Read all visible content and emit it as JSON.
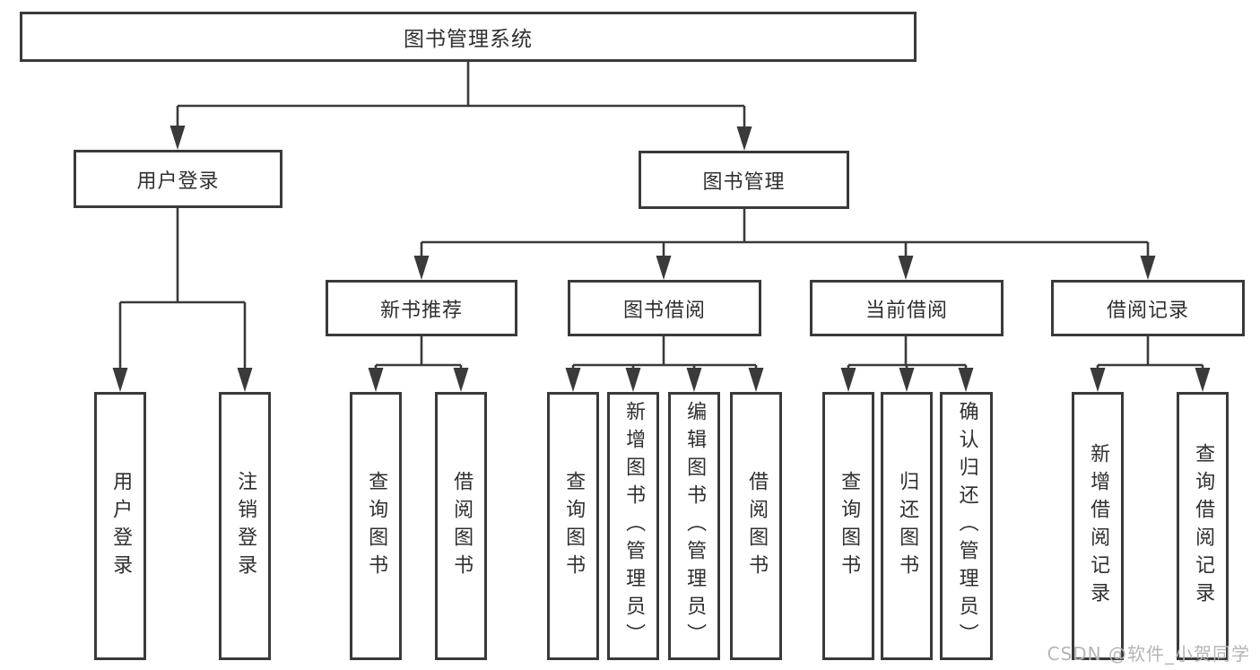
{
  "tree": {
    "root": "图书管理系统",
    "branches": [
      {
        "label": "用户登录",
        "children": [
          "用户登录",
          "注销登录"
        ]
      },
      {
        "label": "图书管理",
        "groups": [
          {
            "label": "新书推荐",
            "children": [
              "查询图书",
              "借阅图书"
            ]
          },
          {
            "label": "图书借阅",
            "children": [
              "查询图书",
              "新增图书（管理员）",
              "编辑图书（管理员）",
              "借阅图书"
            ]
          },
          {
            "label": "当前借阅",
            "children": [
              "查询图书",
              "归还图书",
              "确认归还（管理员）"
            ]
          },
          {
            "label": "借阅记录",
            "children": [
              "新增借阅记录",
              "查询借阅记录"
            ]
          }
        ]
      }
    ]
  },
  "watermark": "CSDN @软件_小贺同学",
  "colors": {
    "line": "#3a3a3a",
    "box_border": "#3a3a3a",
    "text": "#2f2f2f",
    "watermark": "#b5b5b5",
    "background": "#ffffff"
  }
}
